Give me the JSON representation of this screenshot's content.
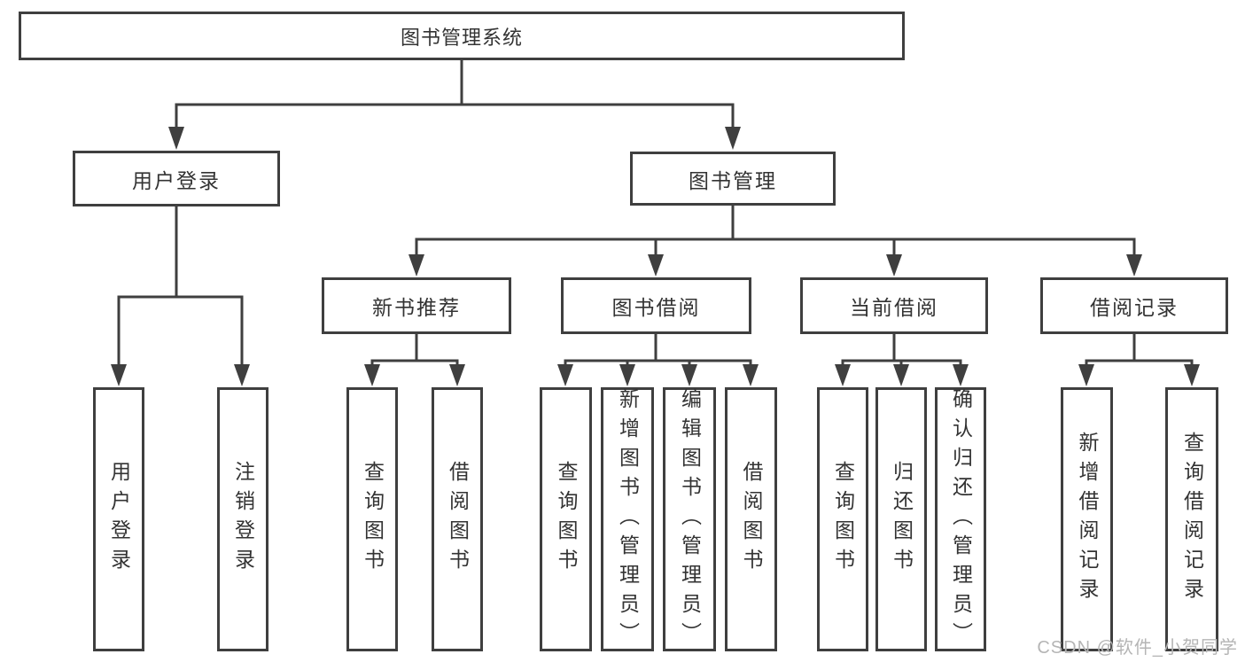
{
  "diagram": {
    "title": "图书管理系统",
    "colors": {
      "line": "#3f3f3f",
      "text": "#333333",
      "background": "#ffffff",
      "watermark": "#b5b5b5"
    },
    "nodes": {
      "root": {
        "label": "图书管理系统"
      },
      "user_login": {
        "label": "用户登录"
      },
      "book_management": {
        "label": "图书管理"
      },
      "new_book_rec": {
        "label": "新书推荐"
      },
      "book_borrowing": {
        "label": "图书借阅"
      },
      "current_borrowing": {
        "label": "当前借阅"
      },
      "borrowing_records": {
        "label": "借阅记录"
      },
      "leaf_user_login": {
        "label": "用户登录"
      },
      "leaf_logout": {
        "label": "注销登录"
      },
      "leaf_query_book_1": {
        "label": "查询图书"
      },
      "leaf_borrow_book_1": {
        "label": "借阅图书"
      },
      "leaf_query_book_2": {
        "label": "查询图书"
      },
      "leaf_add_book": {
        "label": "新增图书（管理员）"
      },
      "leaf_edit_book": {
        "label": "编辑图书（管理员）"
      },
      "leaf_borrow_book_2": {
        "label": "借阅图书"
      },
      "leaf_query_book_3": {
        "label": "查询图书"
      },
      "leaf_return_book": {
        "label": "归还图书"
      },
      "leaf_confirm_return": {
        "label": "确认归还（管理员）"
      },
      "leaf_add_record": {
        "label": "新增借阅记录"
      },
      "leaf_query_record": {
        "label": "查询借阅记录"
      }
    },
    "watermark": "CSDN @软件_小贺同学"
  }
}
